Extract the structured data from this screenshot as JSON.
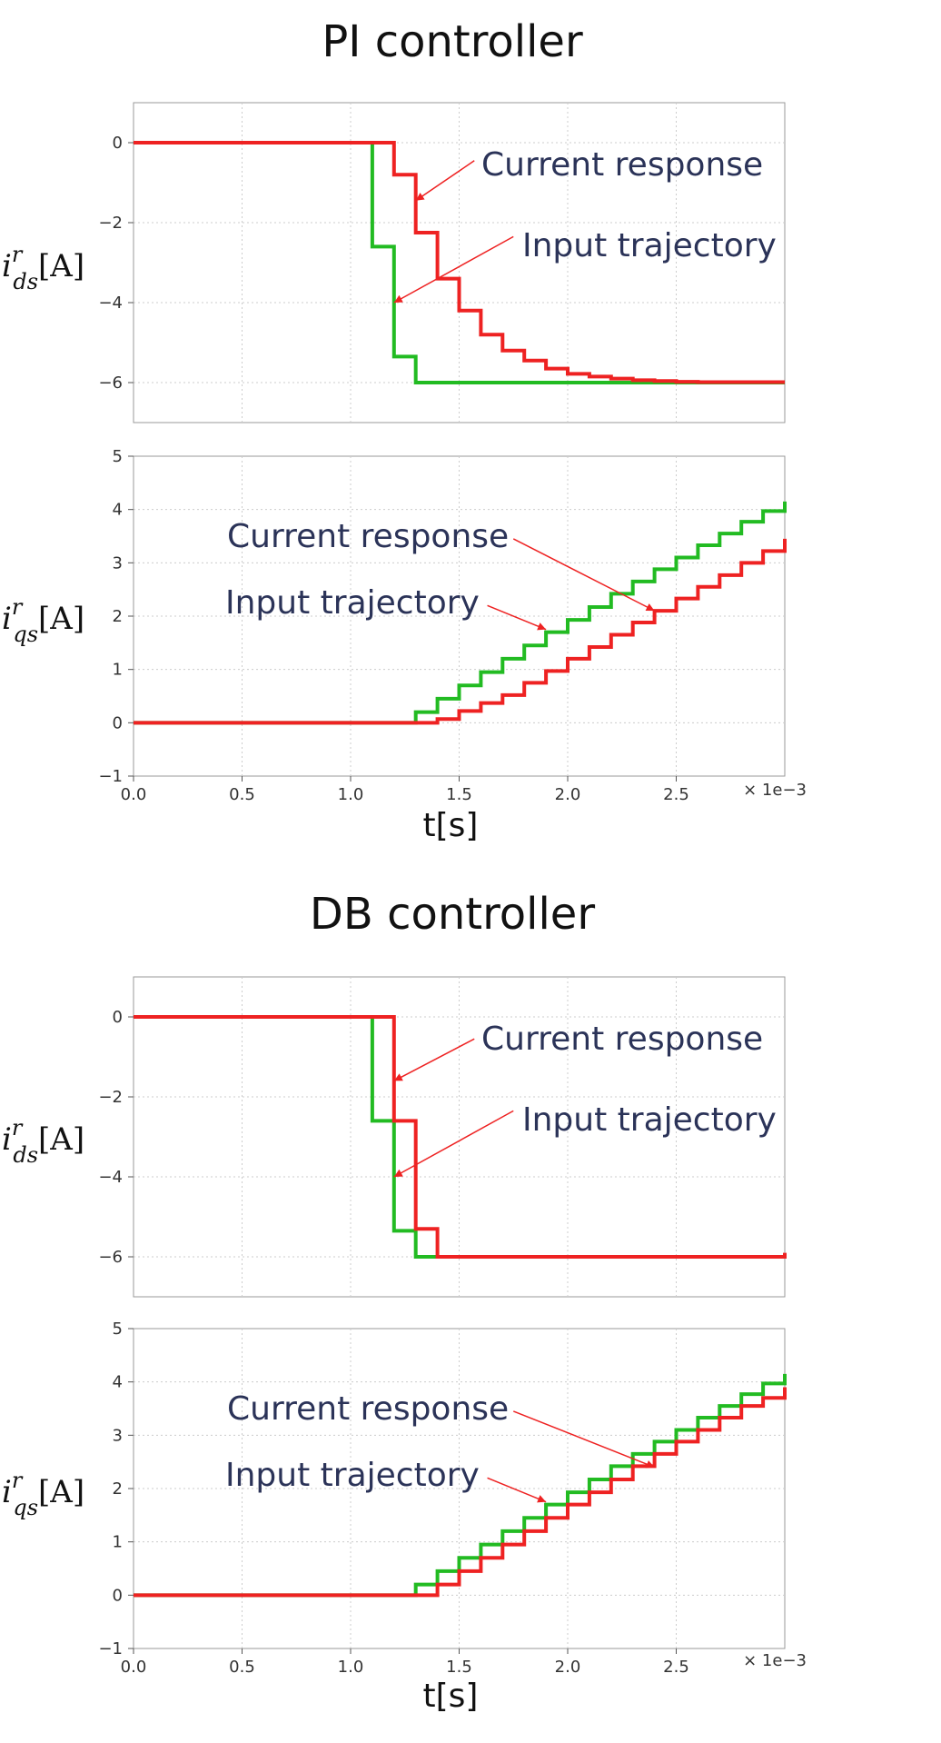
{
  "colors": {
    "input": "#22bb22",
    "response": "#ee2222",
    "annotation_text": "#2b3358",
    "arrow": "#ee2222"
  },
  "sections": [
    {
      "title": "PI controller",
      "xlabel": "t[s]",
      "x_scale_label": "× 1e−3"
    },
    {
      "title": "DB controller",
      "xlabel": "t[s]",
      "x_scale_label": "× 1e−3"
    }
  ],
  "chart_data": [
    {
      "type": "line",
      "section": 0,
      "ylabel": {
        "var": "i",
        "sup": "r",
        "sub": "ds",
        "unit": "[A]"
      },
      "xlim": [
        0,
        3.0
      ],
      "ylim": [
        -7,
        1
      ],
      "x_ticks": [
        "0.0",
        "0.5",
        "1.0",
        "1.5",
        "2.0",
        "2.5"
      ],
      "y_ticks": [
        0,
        -2,
        -4,
        -6
      ],
      "x_ticks_shown": false,
      "grid": true,
      "series": [
        {
          "role": "input",
          "color": "#22bb22",
          "step_x": [
            0,
            1.1,
            1.2,
            1.3,
            3.0
          ],
          "step_y": [
            0,
            -2.6,
            -5.35,
            -6,
            -6
          ]
        },
        {
          "role": "response",
          "color": "#ee2222",
          "step_x": [
            0,
            1.2,
            1.3,
            1.4,
            1.5,
            1.6,
            1.7,
            1.8,
            1.9,
            2.0,
            2.1,
            2.2,
            2.3,
            2.4,
            2.5,
            2.6,
            3.0
          ],
          "step_y": [
            0,
            -0.8,
            -2.25,
            -3.4,
            -4.2,
            -4.8,
            -5.2,
            -5.45,
            -5.65,
            -5.78,
            -5.85,
            -5.9,
            -5.94,
            -5.96,
            -5.98,
            -5.99,
            -5.99
          ]
        }
      ],
      "annotations": [
        {
          "text": "Current response",
          "target": [
            1.3,
            -1.45
          ],
          "arrow_from": [
            1.57,
            -0.45
          ]
        },
        {
          "text": "Input trajectory",
          "target": [
            1.2,
            -4.0
          ],
          "arrow_from": [
            1.75,
            -2.35
          ]
        }
      ]
    },
    {
      "type": "line",
      "section": 0,
      "ylabel": {
        "var": "i",
        "sup": "r",
        "sub": "qs",
        "unit": "[A]"
      },
      "xlim": [
        0,
        3.0
      ],
      "ylim": [
        -1,
        5
      ],
      "x_ticks": [
        "0.0",
        "0.5",
        "1.0",
        "1.5",
        "2.0",
        "2.5"
      ],
      "y_ticks": [
        5,
        4,
        3,
        2,
        1,
        0,
        -1
      ],
      "x_ticks_shown": true,
      "grid": true,
      "series": [
        {
          "role": "input",
          "color": "#22bb22",
          "step_x": [
            0,
            1.3,
            1.4,
            1.5,
            1.6,
            1.7,
            1.8,
            1.9,
            2.0,
            2.1,
            2.2,
            2.3,
            2.4,
            2.5,
            2.6,
            2.7,
            2.8,
            2.9,
            3.0
          ],
          "step_y": [
            0,
            0.2,
            0.45,
            0.7,
            0.95,
            1.2,
            1.45,
            1.7,
            1.93,
            2.17,
            2.42,
            2.65,
            2.88,
            3.1,
            3.33,
            3.55,
            3.77,
            3.97,
            4.15
          ]
        },
        {
          "role": "response",
          "color": "#ee2222",
          "step_x": [
            0,
            1.4,
            1.5,
            1.6,
            1.7,
            1.8,
            1.9,
            2.0,
            2.1,
            2.2,
            2.3,
            2.4,
            2.5,
            2.6,
            2.7,
            2.8,
            2.9,
            3.0
          ],
          "step_y": [
            0,
            0.07,
            0.22,
            0.37,
            0.52,
            0.75,
            0.97,
            1.2,
            1.42,
            1.65,
            1.88,
            2.1,
            2.33,
            2.55,
            2.77,
            3.0,
            3.22,
            3.45
          ]
        }
      ],
      "annotations": [
        {
          "text": "Current response",
          "target": [
            2.4,
            2.1
          ],
          "arrow_from": [
            1.75,
            3.45
          ]
        },
        {
          "text": "Input trajectory",
          "target": [
            1.9,
            1.75
          ],
          "arrow_from": [
            1.63,
            2.2
          ]
        }
      ]
    },
    {
      "type": "line",
      "section": 1,
      "ylabel": {
        "var": "i",
        "sup": "r",
        "sub": "ds",
        "unit": "[A]"
      },
      "xlim": [
        0,
        3.0
      ],
      "ylim": [
        -7,
        1
      ],
      "x_ticks": [
        "0.0",
        "0.5",
        "1.0",
        "1.5",
        "2.0",
        "2.5"
      ],
      "y_ticks": [
        0,
        -2,
        -4,
        -6
      ],
      "x_ticks_shown": false,
      "grid": true,
      "series": [
        {
          "role": "input",
          "color": "#22bb22",
          "step_x": [
            0,
            1.1,
            1.2,
            1.3,
            3.0
          ],
          "step_y": [
            0,
            -2.6,
            -5.35,
            -6,
            -6
          ]
        },
        {
          "role": "response",
          "color": "#ee2222",
          "step_x": [
            0,
            1.2,
            1.3,
            1.4,
            3.0
          ],
          "step_y": [
            0,
            -2.6,
            -5.3,
            -6,
            -5.9
          ]
        }
      ],
      "annotations": [
        {
          "text": "Current response",
          "target": [
            1.2,
            -1.6
          ],
          "arrow_from": [
            1.57,
            -0.55
          ]
        },
        {
          "text": "Input trajectory",
          "target": [
            1.2,
            -4.0
          ],
          "arrow_from": [
            1.75,
            -2.35
          ]
        }
      ]
    },
    {
      "type": "line",
      "section": 1,
      "ylabel": {
        "var": "i",
        "sup": "r",
        "sub": "qs",
        "unit": "[A]"
      },
      "xlim": [
        0,
        3.0
      ],
      "ylim": [
        -1,
        5
      ],
      "x_ticks": [
        "0.0",
        "0.5",
        "1.0",
        "1.5",
        "2.0",
        "2.5"
      ],
      "y_ticks": [
        5,
        4,
        3,
        2,
        1,
        0,
        -1
      ],
      "x_ticks_shown": true,
      "grid": true,
      "series": [
        {
          "role": "input",
          "color": "#22bb22",
          "step_x": [
            0,
            1.3,
            1.4,
            1.5,
            1.6,
            1.7,
            1.8,
            1.9,
            2.0,
            2.1,
            2.2,
            2.3,
            2.4,
            2.5,
            2.6,
            2.7,
            2.8,
            2.9,
            3.0
          ],
          "step_y": [
            0,
            0.2,
            0.45,
            0.7,
            0.95,
            1.2,
            1.45,
            1.7,
            1.93,
            2.17,
            2.42,
            2.65,
            2.88,
            3.1,
            3.33,
            3.55,
            3.77,
            3.97,
            4.15
          ]
        },
        {
          "role": "response",
          "color": "#ee2222",
          "step_x": [
            0,
            1.4,
            1.5,
            1.6,
            1.7,
            1.8,
            1.9,
            2.0,
            2.1,
            2.2,
            2.3,
            2.4,
            2.5,
            2.6,
            2.7,
            2.8,
            2.9,
            3.0
          ],
          "step_y": [
            0,
            0.2,
            0.45,
            0.7,
            0.95,
            1.2,
            1.45,
            1.7,
            1.93,
            2.17,
            2.42,
            2.65,
            2.88,
            3.1,
            3.33,
            3.55,
            3.7,
            3.9
          ]
        }
      ],
      "annotations": [
        {
          "text": "Current response",
          "target": [
            2.4,
            2.4
          ],
          "arrow_from": [
            1.75,
            3.45
          ]
        },
        {
          "text": "Input trajectory",
          "target": [
            1.9,
            1.75
          ],
          "arrow_from": [
            1.63,
            2.2
          ]
        }
      ]
    }
  ]
}
